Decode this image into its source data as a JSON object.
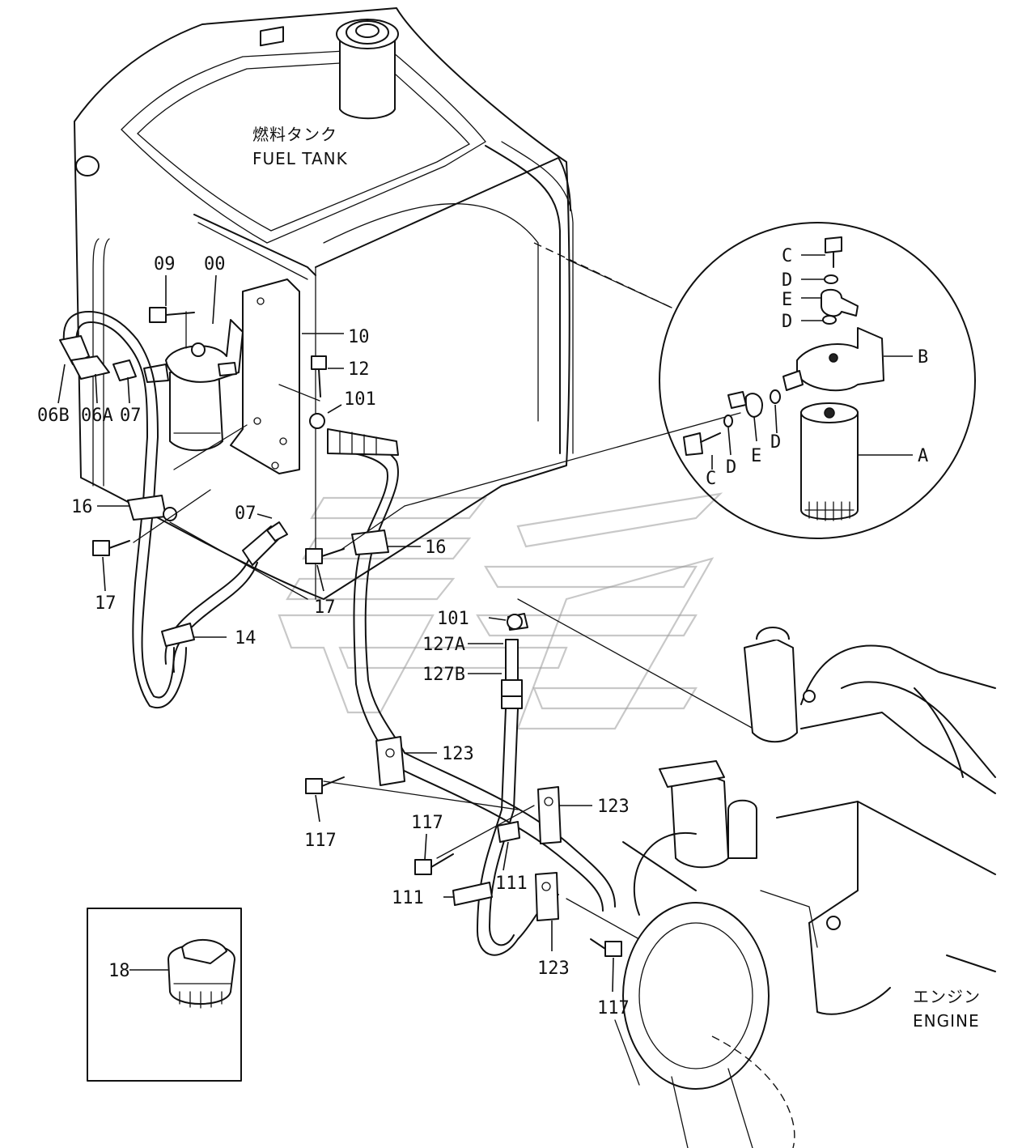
{
  "captions": {
    "fuel_tank_jp": "燃料タンク",
    "fuel_tank_en": "FUEL TANK",
    "engine_jp": "エンジン",
    "engine_en": "ENGINE"
  },
  "callouts": {
    "p09": "09",
    "p00": "00",
    "p10": "10",
    "p12": "12",
    "p101a": "101",
    "p06B": "06B",
    "p06A": "06A",
    "p07a": "07",
    "p16a": "16",
    "p07b": "07",
    "p16b": "16",
    "p17a": "17",
    "p17b": "17",
    "p14": "14",
    "p101b": "101",
    "p127A": "127A",
    "p127B": "127B",
    "p123a": "123",
    "p123b": "123",
    "p123c": "123",
    "p117a": "117",
    "p117b": "117",
    "p117c": "117",
    "p111a": "111",
    "p111b": "111",
    "p18": "18"
  },
  "detail": {
    "C1": "C",
    "D1": "D",
    "E1": "E",
    "D2": "D",
    "B": "B",
    "D3": "D",
    "E2": "E",
    "C2": "C",
    "D4": "D",
    "A": "A"
  }
}
